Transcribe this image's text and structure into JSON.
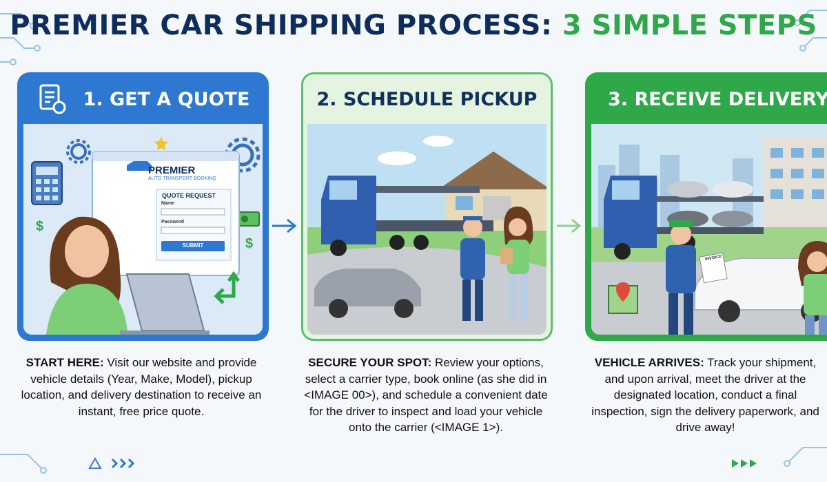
{
  "title": {
    "main": "PREMIER CAR SHIPPING PROCESS: ",
    "accent": "3 SIMPLE STEPS"
  },
  "steps": [
    {
      "heading": "1. GET A QUOTE",
      "lead": "START HERE:",
      "text": " Visit our website and provide vehicle details (Year, Make, Model), pickup location, and delivery destination to receive an instant, free price quote."
    },
    {
      "heading": "2. SCHEDULE PICKUP",
      "lead": "SECURE YOUR SPOT:",
      "text": " Review your options, select a carrier type, book online (as she did in <IMAGE 00>), and schedule a convenient date for the driver to inspect and load your vehicle onto the carrier (<IMAGE 1>)."
    },
    {
      "heading": "3. RECEIVE DELIVERY",
      "lead": "VEHICLE ARRIVES:",
      "text": " Track your shipment, and upon arrival, meet the driver at the designated location, conduct a final inspection, sign the delivery paperwork, and drive away!"
    }
  ],
  "form": {
    "brand": "PREMIER",
    "brand_sub": "AUTO TRANSPORT BOOKING",
    "heading": "QUOTE REQUEST",
    "name_label": "Name",
    "password_label": "Password",
    "submit_label": "SUBMIT"
  },
  "paper_label": "INVOICE",
  "colors": {
    "navy": "#0f2d5c",
    "green": "#2fa84a",
    "blue": "#2e78d1"
  }
}
